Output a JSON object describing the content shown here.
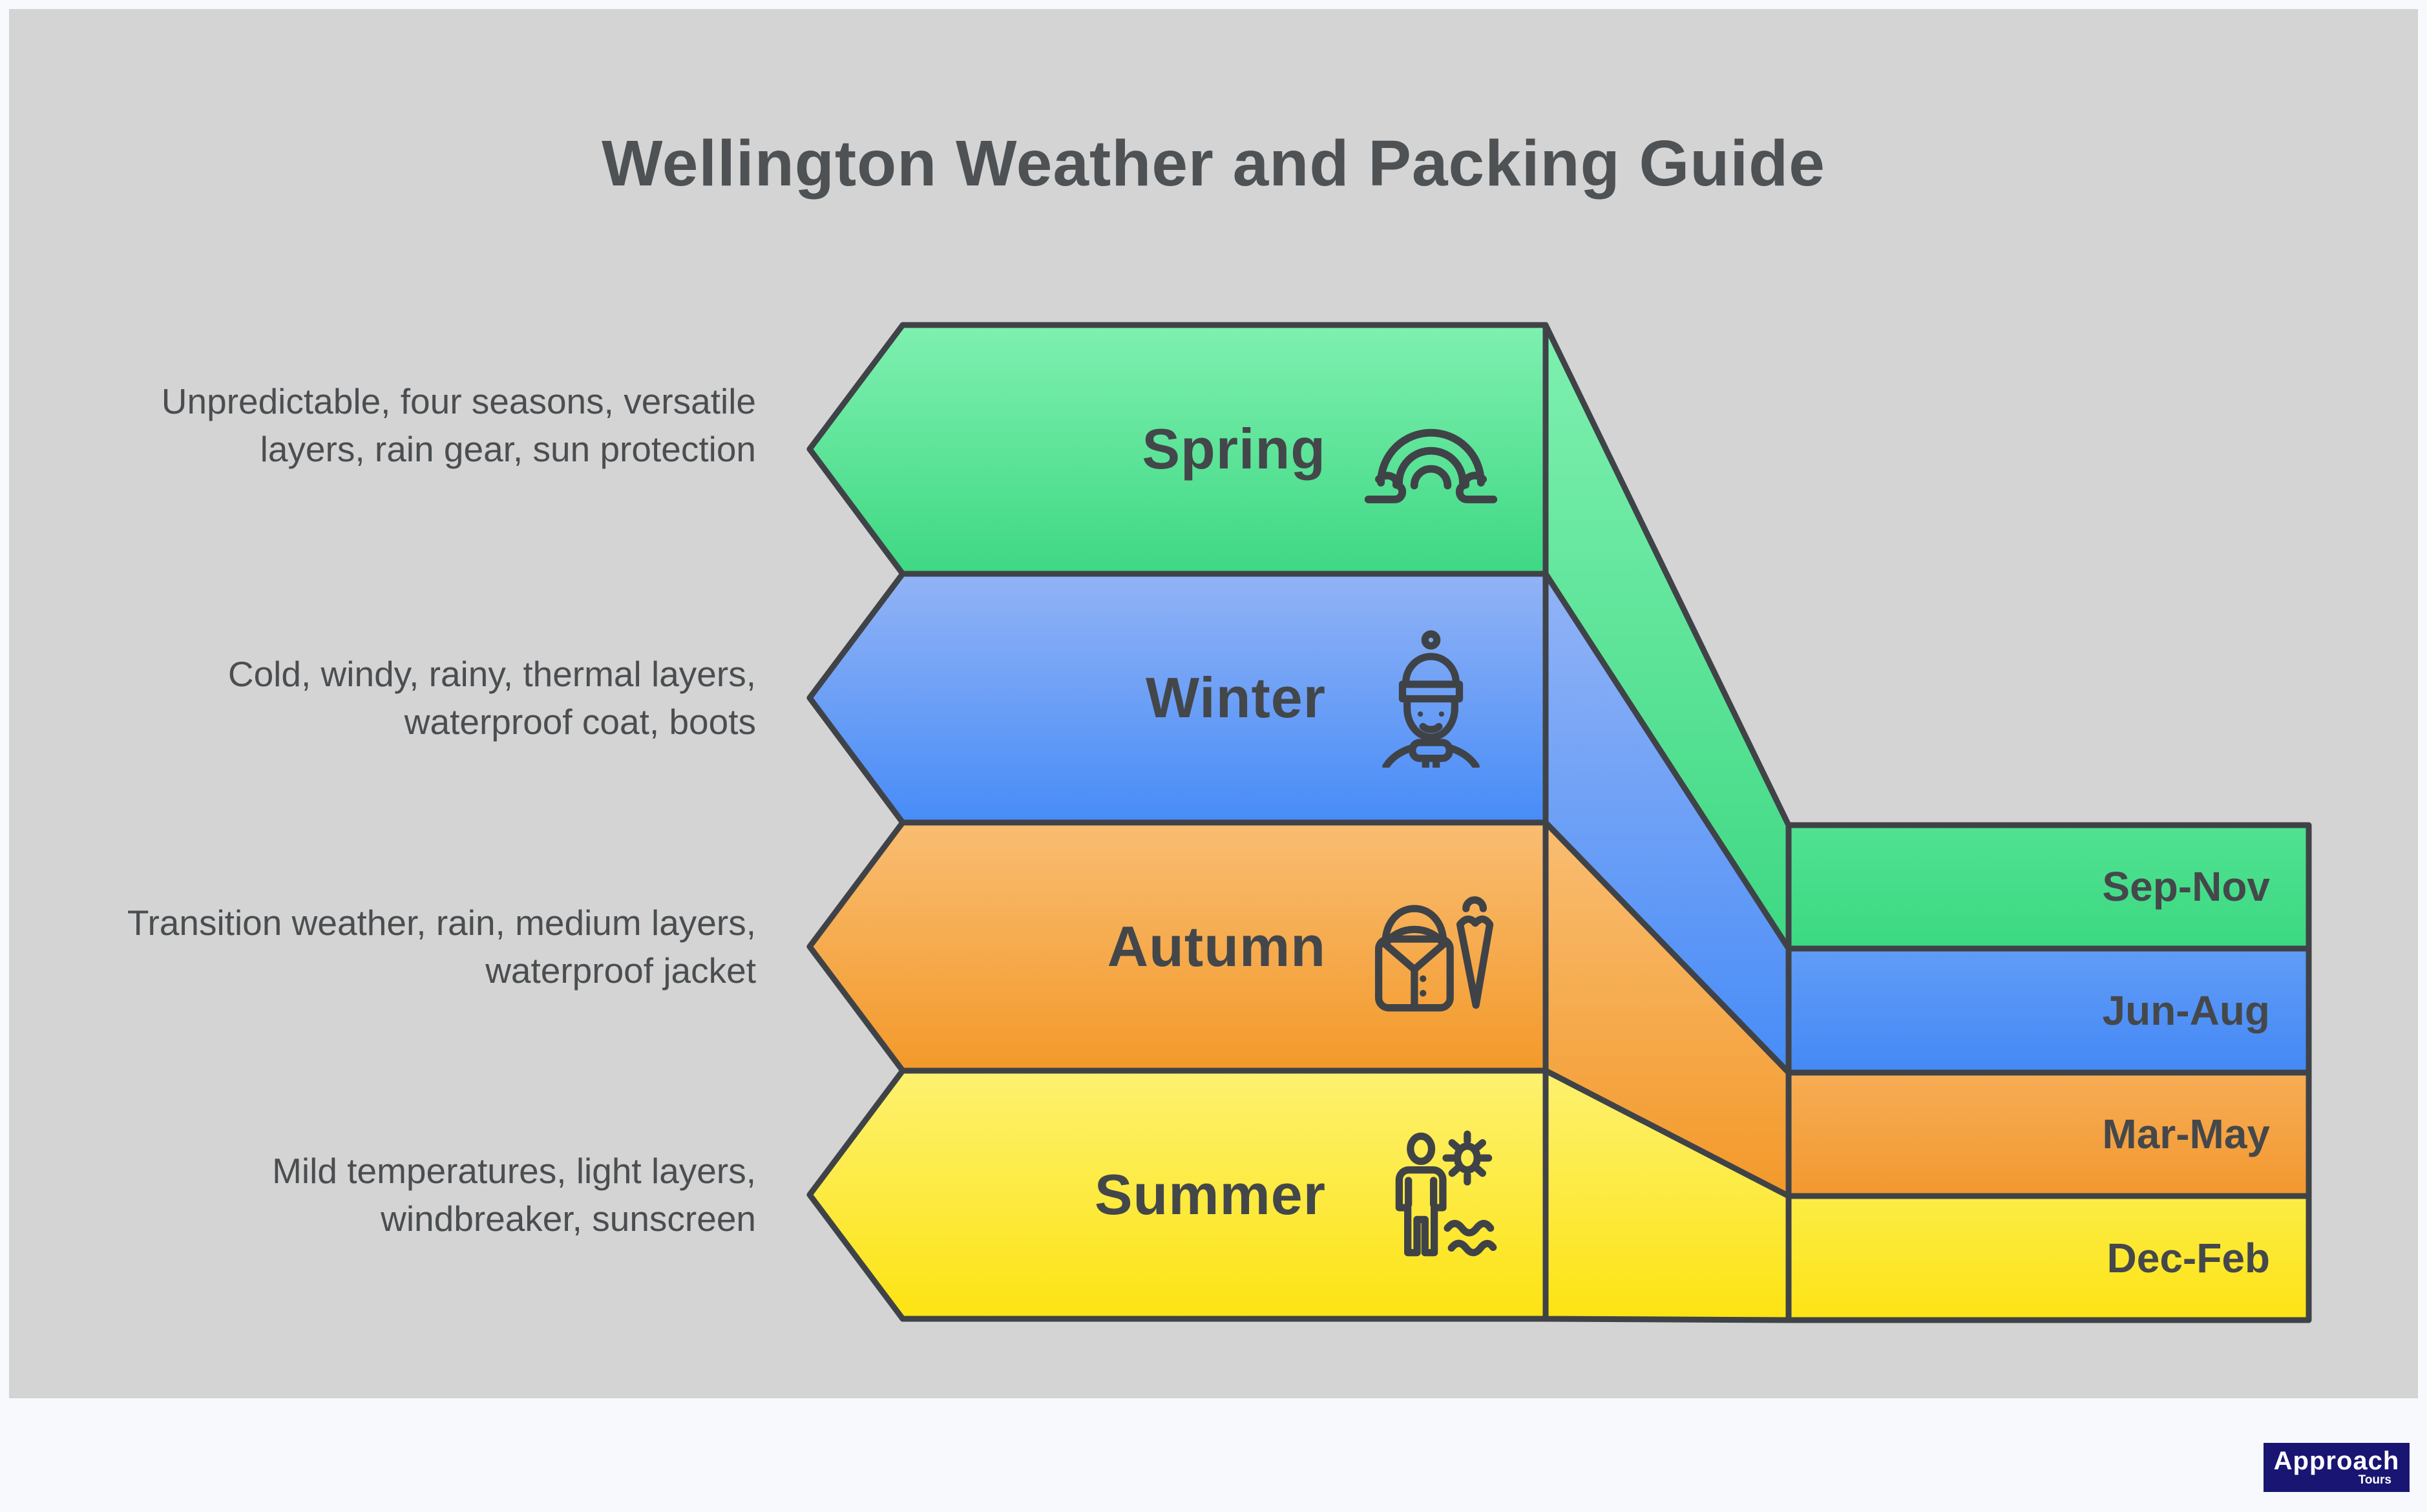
{
  "title": "Wellington Weather and Packing Guide",
  "seasons": [
    {
      "label": "Spring",
      "description": "Unpredictable, four seasons, versatile layers, rain gear, sun protection",
      "months": "Sep-Nov",
      "icon": "rainbow-clouds-icon",
      "color_top": "#7ff0b0",
      "color_bottom": "#3ed883"
    },
    {
      "label": "Winter",
      "description": "Cold, windy, rainy, thermal layers, waterproof coat, boots",
      "months": "Jun-Aug",
      "icon": "winter-person-icon",
      "color_top": "#92b3f6",
      "color_bottom": "#478cf7"
    },
    {
      "label": "Autumn",
      "description": "Transition weather, rain, medium layers, waterproof jacket",
      "months": "Mar-May",
      "icon": "raincoat-umbrella-icon",
      "color_top": "#f9bd72",
      "color_bottom": "#f3992a"
    },
    {
      "label": "Summer",
      "description": "Mild temperatures, light layers, windbreaker, sunscreen",
      "months": "Dec-Feb",
      "icon": "person-sun-waves-icon",
      "color_top": "#fdf170",
      "color_bottom": "#fde312"
    }
  ],
  "footer": {
    "brand": "Approach",
    "brand_sub": "Tours"
  },
  "style": {
    "outline_color": "#3f4347",
    "background_panel": "#d3d4d3",
    "page_background": "#f8f9fc",
    "text_color": "#4b4e51",
    "logo_background": "#191573"
  }
}
